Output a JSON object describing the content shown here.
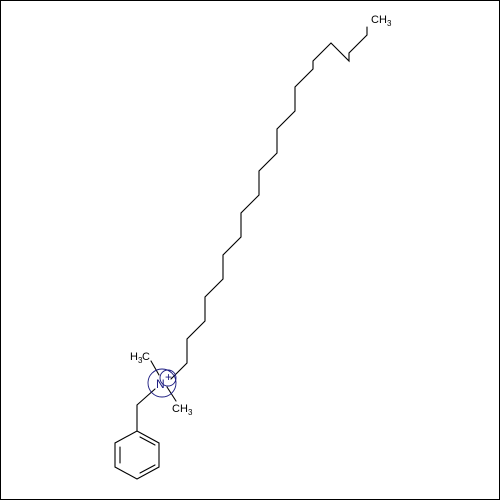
{
  "molecule": {
    "terminal_methyl": {
      "main": "CH",
      "sub": "3"
    },
    "nitrogen": {
      "symbol": "N",
      "charge": "+"
    },
    "n_methyl_1": {
      "main": "H",
      "sub": "3",
      "post": "C"
    },
    "n_methyl_2": {
      "main": "CH",
      "sub": "3"
    }
  },
  "colors": {
    "bond": "#000000",
    "nitrogen": "#1a1a80",
    "background": "#ffffff",
    "frame": "#000000"
  }
}
